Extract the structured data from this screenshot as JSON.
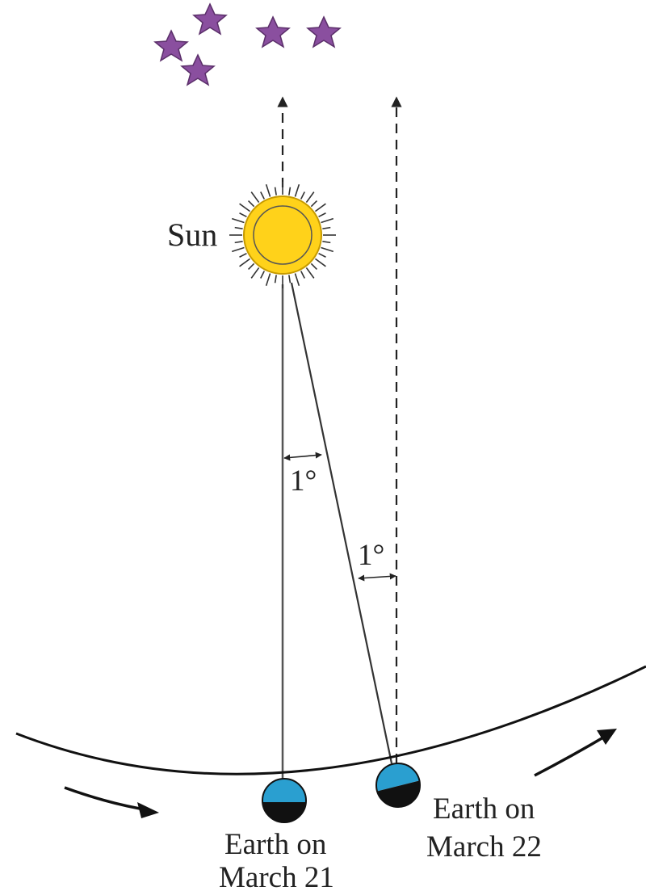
{
  "diagram": {
    "sun_label": "Sun",
    "angle_label_1": "1°",
    "angle_label_2": "1°",
    "earth_march21_line1": "Earth on",
    "earth_march21_line2": "March 21",
    "earth_march22_line1": "Earth on",
    "earth_march22_line2": "March 22"
  },
  "colors": {
    "star": "#8a4f9f",
    "sun_fill": "#ffd21a",
    "earth_day": "#2a9fd0",
    "earth_night": "#111111",
    "line": "#222222"
  }
}
